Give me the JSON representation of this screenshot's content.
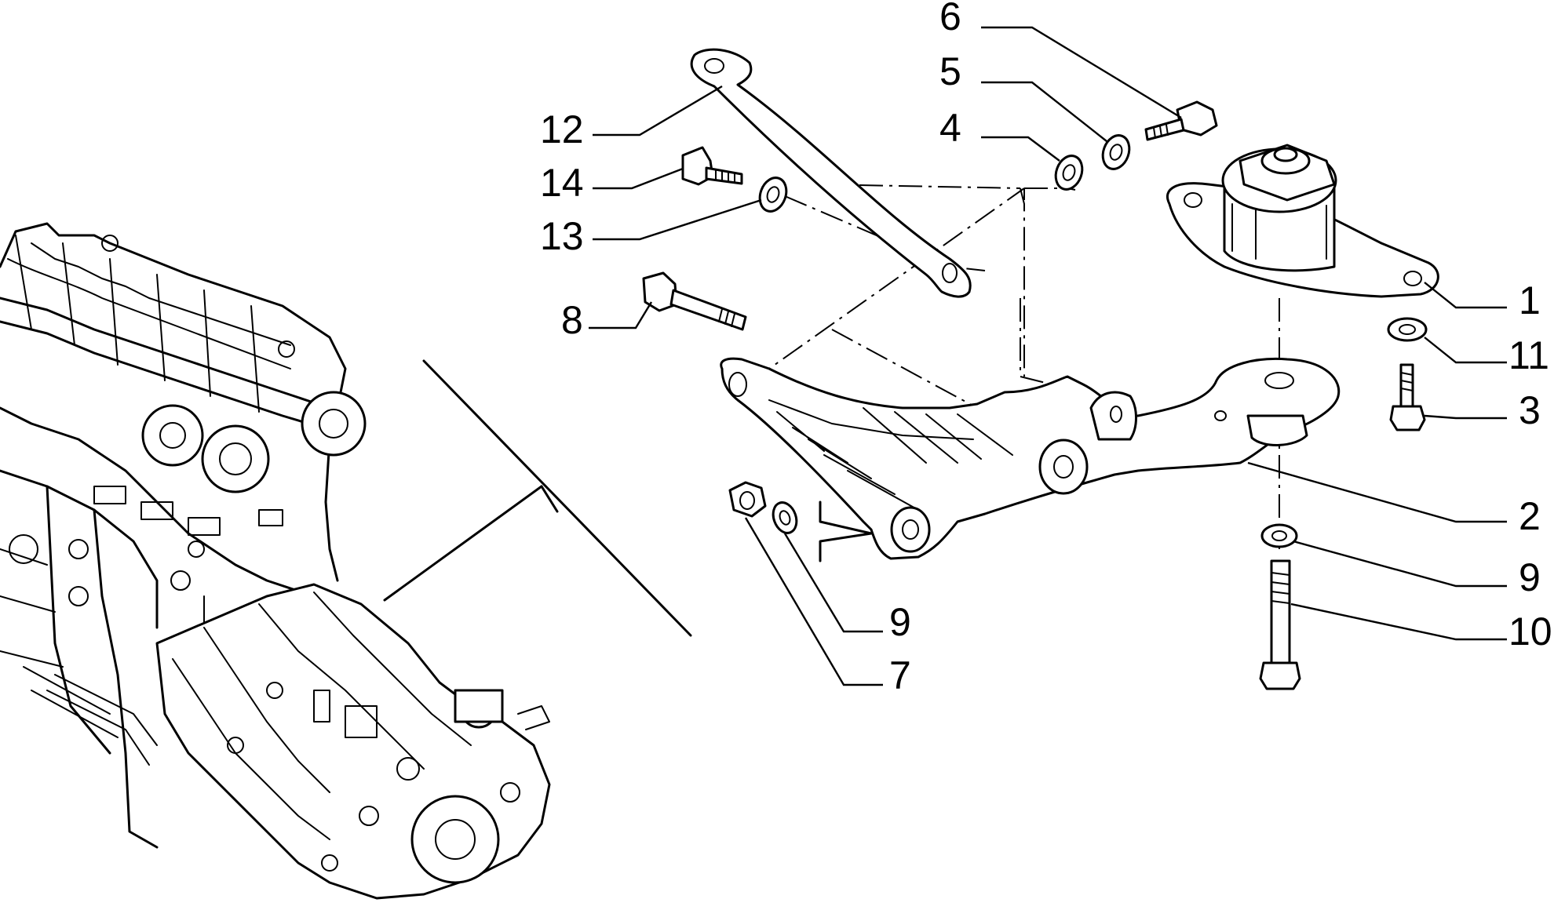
{
  "callouts": {
    "c1": "1",
    "c2": "2",
    "c3": "3",
    "c4": "4",
    "c5": "5",
    "c6": "6",
    "c7": "7",
    "c8": "8",
    "c9a": "9",
    "c9b": "9",
    "c10": "10",
    "c11": "11",
    "c12": "12",
    "c13": "13",
    "c14": "14"
  },
  "parts": [
    {
      "ref": "1",
      "icon": "engine-mount-icon"
    },
    {
      "ref": "2",
      "icon": "support-bracket-icon"
    },
    {
      "ref": "3",
      "icon": "bolt-icon"
    },
    {
      "ref": "4",
      "icon": "washer-icon"
    },
    {
      "ref": "5",
      "icon": "washer-icon"
    },
    {
      "ref": "6",
      "icon": "bolt-icon"
    },
    {
      "ref": "7",
      "icon": "nut-icon"
    },
    {
      "ref": "8",
      "icon": "bolt-icon"
    },
    {
      "ref": "9",
      "icon": "washer-icon"
    },
    {
      "ref": "10",
      "icon": "long-bolt-icon"
    },
    {
      "ref": "11",
      "icon": "washer-icon"
    },
    {
      "ref": "12",
      "icon": "tie-rod-icon"
    },
    {
      "ref": "13",
      "icon": "washer-icon"
    },
    {
      "ref": "14",
      "icon": "bolt-icon"
    }
  ]
}
